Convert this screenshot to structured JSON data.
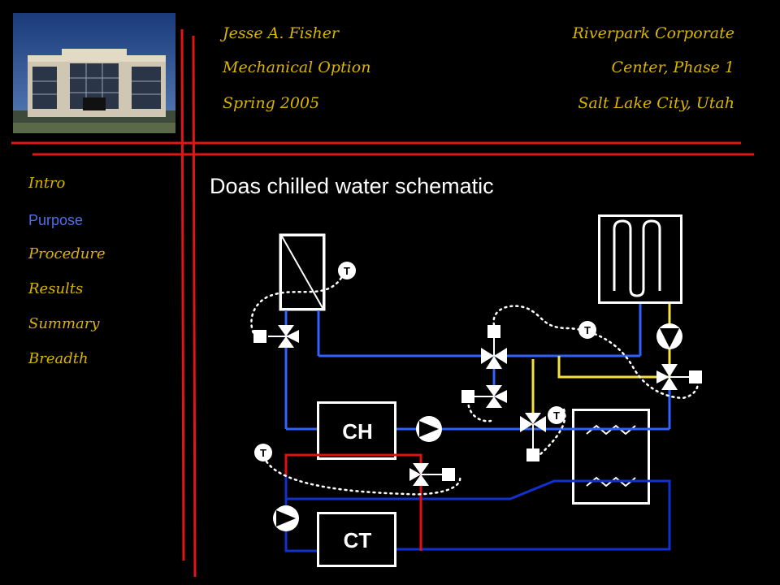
{
  "header": {
    "author": "Jesse A. Fisher",
    "option": "Mechanical Option",
    "term": "Spring 2005",
    "project_line1": "Riverpark Corporate",
    "project_line2": "Center, Phase 1",
    "location": "Salt Lake City, Utah"
  },
  "nav": {
    "items": [
      {
        "label": "Intro",
        "active": false
      },
      {
        "label": "Purpose",
        "active": true
      },
      {
        "label": "Procedure",
        "active": false
      },
      {
        "label": "Results",
        "active": false
      },
      {
        "label": "Summary",
        "active": false
      },
      {
        "label": "Breadth",
        "active": false
      }
    ]
  },
  "slide": {
    "title": "Doas chilled water schematic"
  },
  "diagram": {
    "chiller_label": "CH",
    "tower_label": "CT",
    "sensor_label": "T",
    "colors": {
      "chilled_supply": "#3060ff",
      "condenser": "#1030d0",
      "condenser_hot": "#e01010",
      "yellow": "#f5e040",
      "divider": "#e01515",
      "accent": "#d9b300"
    }
  }
}
